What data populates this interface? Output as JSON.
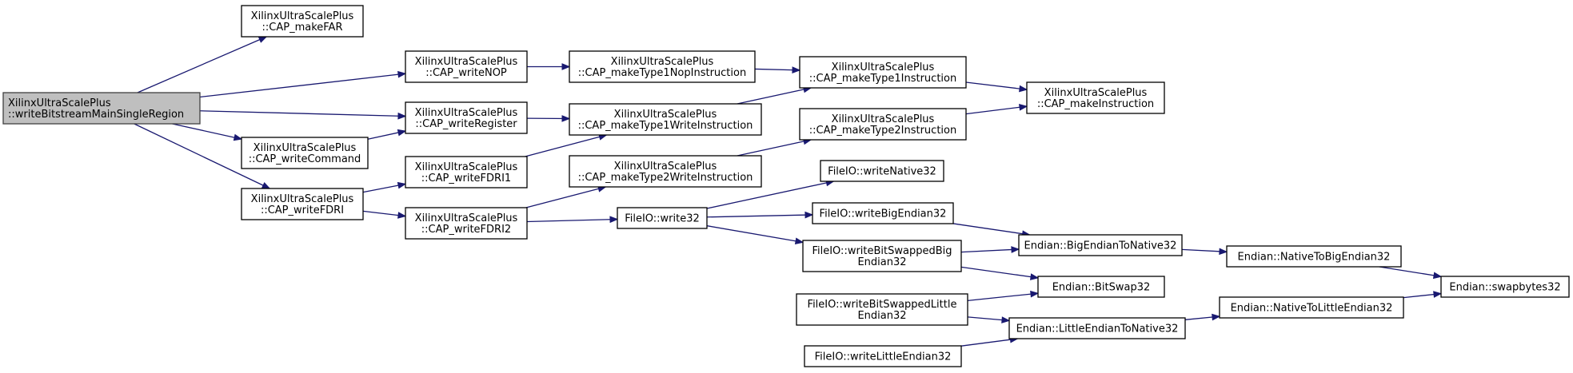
{
  "graph": {
    "colors": {
      "edge": "#191970",
      "node_border": "#000000",
      "root_fill": "#bfbfbf",
      "node_fill": "#ffffff"
    },
    "nodes": [
      {
        "id": "root",
        "lines": [
          "XilinxUltraScalePlus",
          "::writeBitstreamMainSingleRegion"
        ]
      },
      {
        "id": "makeFAR",
        "lines": [
          "XilinxUltraScalePlus",
          "::CAP_makeFAR"
        ]
      },
      {
        "id": "writeNOP",
        "lines": [
          "XilinxUltraScalePlus",
          "::CAP_writeNOP"
        ]
      },
      {
        "id": "writeRegister",
        "lines": [
          "XilinxUltraScalePlus",
          "::CAP_writeRegister"
        ]
      },
      {
        "id": "writeCommand",
        "lines": [
          "XilinxUltraScalePlus",
          "::CAP_writeCommand"
        ]
      },
      {
        "id": "writeFDRI",
        "lines": [
          "XilinxUltraScalePlus",
          "::CAP_writeFDRI"
        ]
      },
      {
        "id": "writeFDRI1",
        "lines": [
          "XilinxUltraScalePlus",
          "::CAP_writeFDRI1"
        ]
      },
      {
        "id": "writeFDRI2",
        "lines": [
          "XilinxUltraScalePlus",
          "::CAP_writeFDRI2"
        ]
      },
      {
        "id": "type1Nop",
        "lines": [
          "XilinxUltraScalePlus",
          "::CAP_makeType1NopInstruction"
        ]
      },
      {
        "id": "type1Write",
        "lines": [
          "XilinxUltraScalePlus",
          "::CAP_makeType1WriteInstruction"
        ]
      },
      {
        "id": "type2Write",
        "lines": [
          "XilinxUltraScalePlus",
          "::CAP_makeType2WriteInstruction"
        ]
      },
      {
        "id": "type1Instr",
        "lines": [
          "XilinxUltraScalePlus",
          "::CAP_makeType1Instruction"
        ]
      },
      {
        "id": "type2Instr",
        "lines": [
          "XilinxUltraScalePlus",
          "::CAP_makeType2Instruction"
        ]
      },
      {
        "id": "makeInstr",
        "lines": [
          "XilinxUltraScalePlus",
          "::CAP_makeInstruction"
        ]
      },
      {
        "id": "write32",
        "lines": [
          "FileIO::write32"
        ]
      },
      {
        "id": "writeNative32",
        "lines": [
          "FileIO::writeNative32"
        ]
      },
      {
        "id": "writeBigEndian32",
        "lines": [
          "FileIO::writeBigEndian32"
        ]
      },
      {
        "id": "writeBitSwappedBig",
        "lines": [
          "FileIO::writeBitSwappedBig",
          "Endian32"
        ]
      },
      {
        "id": "writeBitSwappedLittle",
        "lines": [
          "FileIO::writeBitSwappedLittle",
          "Endian32"
        ]
      },
      {
        "id": "writeLittleEndian32",
        "lines": [
          "FileIO::writeLittleEndian32"
        ]
      },
      {
        "id": "bigToNative",
        "lines": [
          "Endian::BigEndianToNative32"
        ]
      },
      {
        "id": "bitSwap",
        "lines": [
          "Endian::BitSwap32"
        ]
      },
      {
        "id": "littleToNative",
        "lines": [
          "Endian::LittleEndianToNative32"
        ]
      },
      {
        "id": "nativeToBig",
        "lines": [
          "Endian::NativeToBigEndian32"
        ]
      },
      {
        "id": "nativeToLittle",
        "lines": [
          "Endian::NativeToLittleEndian32"
        ]
      },
      {
        "id": "swapbytes",
        "lines": [
          "Endian::swapbytes32"
        ]
      }
    ],
    "edges": [
      {
        "from": "root",
        "to": "makeFAR"
      },
      {
        "from": "root",
        "to": "writeNOP"
      },
      {
        "from": "root",
        "to": "writeRegister"
      },
      {
        "from": "root",
        "to": "writeCommand"
      },
      {
        "from": "root",
        "to": "writeFDRI"
      },
      {
        "from": "writeNOP",
        "to": "type1Nop"
      },
      {
        "from": "writeNOP",
        "to": "write32"
      },
      {
        "from": "writeRegister",
        "to": "type1Write"
      },
      {
        "from": "writeRegister",
        "to": "write32"
      },
      {
        "from": "writeCommand",
        "to": "writeRegister"
      },
      {
        "from": "writeFDRI",
        "to": "writeFDRI1"
      },
      {
        "from": "writeFDRI",
        "to": "writeFDRI2"
      },
      {
        "from": "writeFDRI1",
        "to": "type1Write"
      },
      {
        "from": "writeFDRI1",
        "to": "write32"
      },
      {
        "from": "writeFDRI2",
        "to": "type2Write"
      },
      {
        "from": "writeFDRI2",
        "to": "write32"
      },
      {
        "from": "type1Nop",
        "to": "type1Instr"
      },
      {
        "from": "type1Write",
        "to": "type1Instr"
      },
      {
        "from": "type2Write",
        "to": "type2Instr"
      },
      {
        "from": "type1Instr",
        "to": "makeInstr"
      },
      {
        "from": "type2Instr",
        "to": "makeInstr"
      },
      {
        "from": "write32",
        "to": "writeNative32"
      },
      {
        "from": "write32",
        "to": "writeBigEndian32"
      },
      {
        "from": "write32",
        "to": "writeBitSwappedBig"
      },
      {
        "from": "write32",
        "to": "writeBitSwappedLittle"
      },
      {
        "from": "write32",
        "to": "writeLittleEndian32"
      },
      {
        "from": "writeBigEndian32",
        "to": "bigToNative"
      },
      {
        "from": "writeBitSwappedBig",
        "to": "bigToNative"
      },
      {
        "from": "writeBitSwappedBig",
        "to": "bitSwap"
      },
      {
        "from": "writeBitSwappedLittle",
        "to": "bitSwap"
      },
      {
        "from": "writeBitSwappedLittle",
        "to": "littleToNative"
      },
      {
        "from": "writeLittleEndian32",
        "to": "littleToNative"
      },
      {
        "from": "bigToNative",
        "to": "nativeToBig"
      },
      {
        "from": "littleToNative",
        "to": "nativeToLittle"
      },
      {
        "from": "nativeToBig",
        "to": "swapbytes"
      },
      {
        "from": "nativeToLittle",
        "to": "swapbytes"
      }
    ]
  }
}
